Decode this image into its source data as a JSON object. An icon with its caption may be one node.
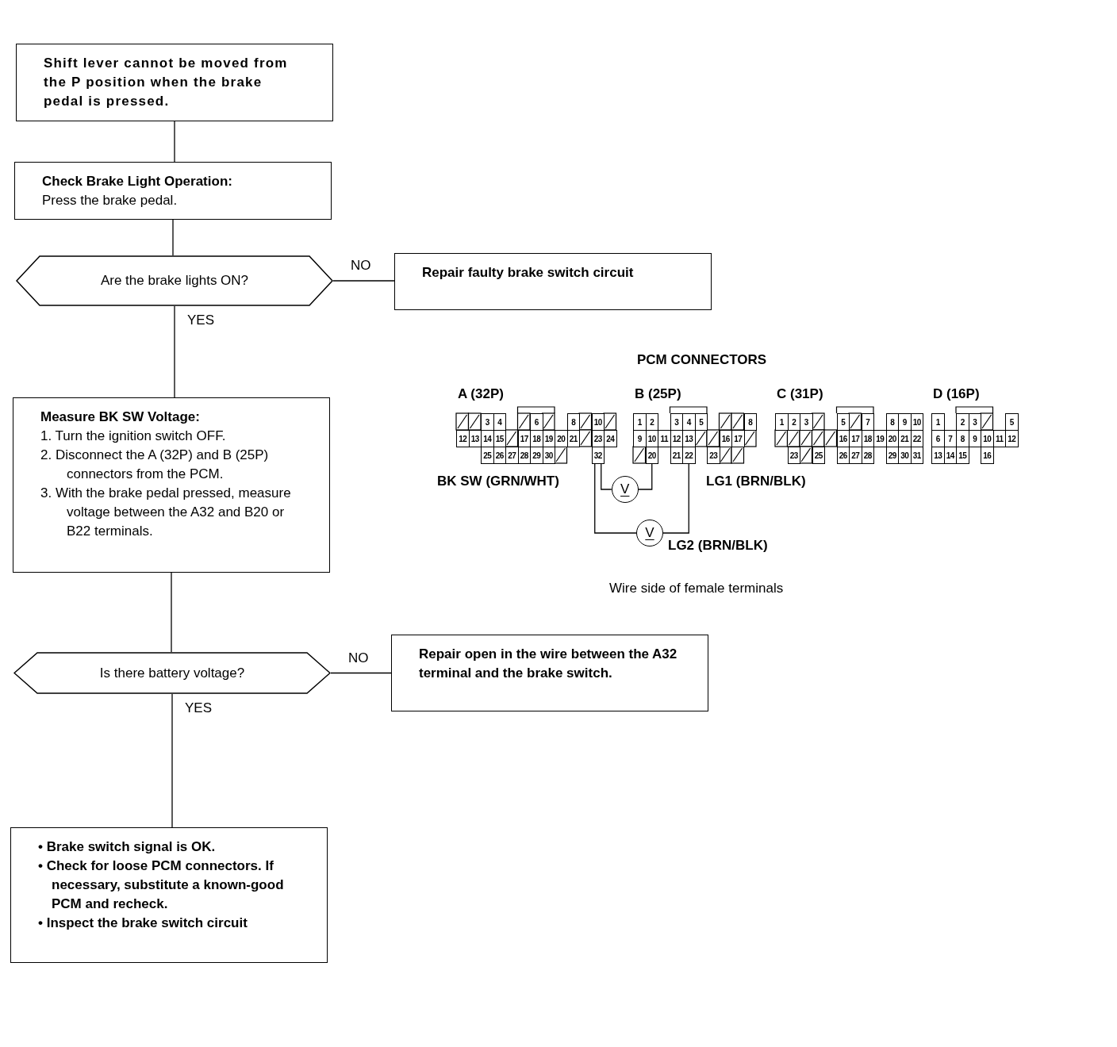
{
  "diagram": {
    "nodes": [
      {
        "text": [
          "Shift lever cannot be moved from the P position when the brake pedal is pressed."
        ]
      },
      {
        "text": [
          "Check Brake Light Operation:",
          "Press the brake pedal."
        ]
      },
      {
        "text": [
          "Are the brake lights ON?"
        ]
      },
      {
        "text": [
          "Repair faulty brake switch circuit"
        ]
      },
      {
        "text": [
          "Measure BK SW Voltage:",
          "1. Turn the ignition switch OFF.",
          "2. Disconnect the A (32P) and B (25P) connectors from the PCM.",
          "3. With the brake pedal pressed, measure voltage between the A32 and B20 or B22 terminals."
        ]
      },
      {
        "text": [
          "Is there battery voltage?"
        ]
      },
      {
        "text": [
          "Repair open in the wire between the A32 terminal and the brake switch."
        ]
      },
      {
        "text": [
          "• Brake switch signal is OK.",
          "• Check for loose PCM connectors. If necessary, substitute a known-good PCM and recheck.",
          "• Inspect the brake switch circuit"
        ]
      },
      {
        "text": [
          "V"
        ]
      },
      {
        "text": [
          "V"
        ]
      },
      {
        "text": [
          "32"
        ]
      },
      {
        "text": [
          "20"
        ]
      },
      {
        "text": [
          "22"
        ]
      }
    ],
    "edges": [
      {
        "from": 0,
        "to": 1,
        "arrow": "none"
      },
      {
        "from": 1,
        "to": 2,
        "arrow": "none"
      },
      {
        "from": 2,
        "to": 3,
        "label": "NO",
        "arrow": "none"
      },
      {
        "from": 2,
        "to": 4,
        "label": "YES",
        "arrow": "none"
      },
      {
        "from": 4,
        "to": 5,
        "arrow": "none"
      },
      {
        "from": 5,
        "to": 6,
        "label": "NO",
        "arrow": "none"
      },
      {
        "from": 5,
        "to": 7,
        "label": "YES",
        "arrow": "none"
      },
      {
        "from": 10,
        "to": 8,
        "arrow": "none"
      },
      {
        "from": 8,
        "to": 11,
        "arrow": "none"
      },
      {
        "from": 10,
        "to": 9,
        "arrow": "none"
      },
      {
        "from": 9,
        "to": 12,
        "arrow": "none"
      }
    ],
    "labels": [
      "PCM CONNECTORS",
      "A (32P)",
      "B (25P)",
      "C (31P)",
      "D (16P)",
      "3",
      "4",
      "6",
      "8",
      "10",
      "12",
      "13",
      "14",
      "15",
      "17",
      "18",
      "19",
      "20",
      "21",
      "23",
      "24",
      "25",
      "26",
      "27",
      "28",
      "29",
      "30",
      "1",
      "2",
      "3",
      "4",
      "5",
      "8",
      "9",
      "10",
      "11",
      "12",
      "13",
      "16",
      "17",
      "21",
      "23",
      "1",
      "2",
      "3",
      "5",
      "7",
      "8",
      "9",
      "10",
      "16",
      "17",
      "18",
      "19",
      "20",
      "21",
      "22",
      "23",
      "25",
      "26",
      "27",
      "28",
      "29",
      "30",
      "31",
      "1",
      "2",
      "3",
      "5",
      "6",
      "7",
      "8",
      "9",
      "10",
      "11",
      "12",
      "13",
      "14",
      "15",
      "16",
      "BK SW (GRN/WHT)",
      "LG1 (BRN/BLK)",
      "LG2 (BRN/BLK)",
      "Wire side of female terminals"
    ]
  }
}
